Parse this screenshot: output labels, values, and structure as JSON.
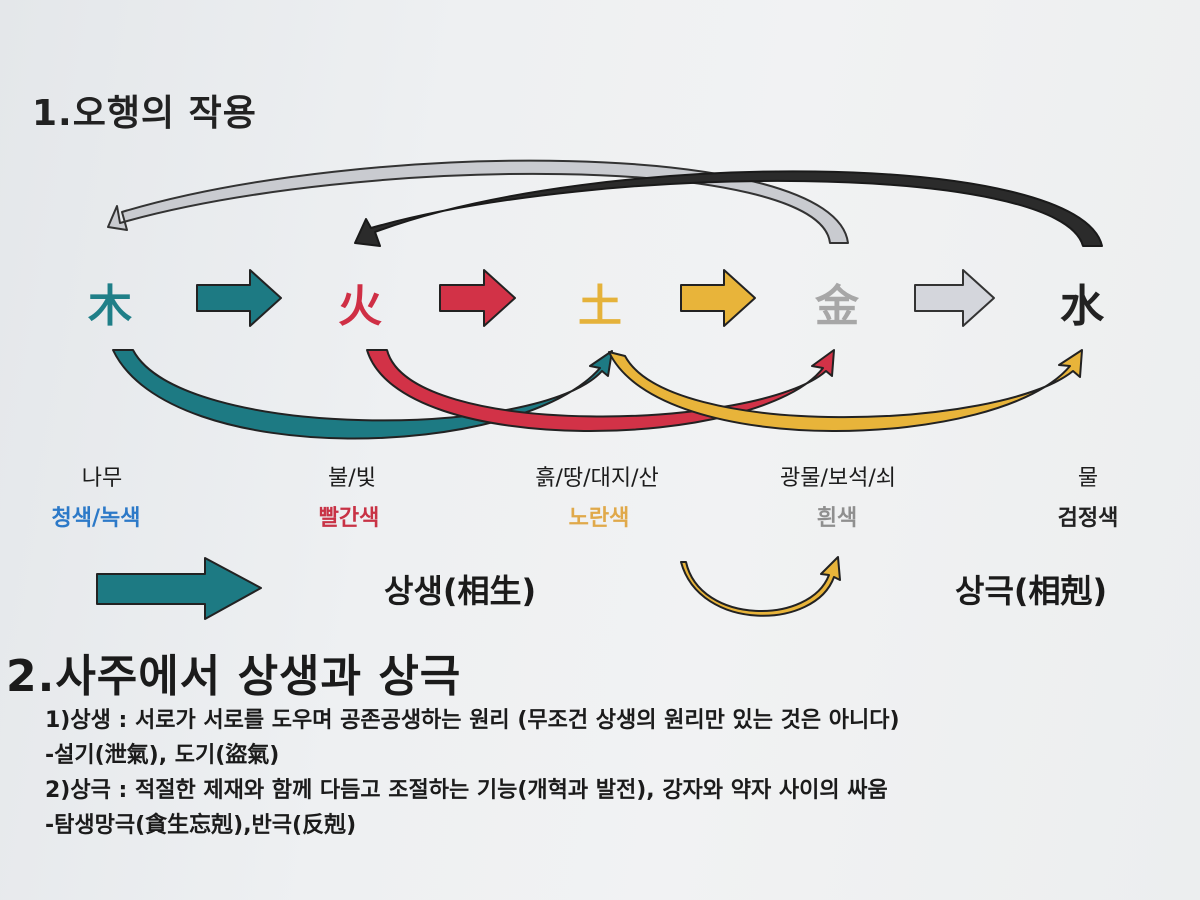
{
  "title1": "1.오행의  작용",
  "elements": [
    {
      "char": "木",
      "name": "나무",
      "color_name": "청색/녹색",
      "color": "#1f7f88",
      "label_color": "#2c79c8"
    },
    {
      "char": "火",
      "name": "불/빛",
      "color_name": "빨간색",
      "color": "#cf2f45",
      "label_color": "#c83245"
    },
    {
      "char": "土",
      "name": "흙/땅/대지/산",
      "color_name": "노란색",
      "color": "#e5b23a",
      "label_color": "#e0a94a"
    },
    {
      "char": "金",
      "name": "광물/보석/쇠",
      "color_name": "흰색",
      "color": "#a7a7a7",
      "label_color": "#8f8f8f"
    },
    {
      "char": "水",
      "name": "물",
      "color_name": "검정색",
      "color": "#222222",
      "label_color": "#222222"
    }
  ],
  "legend": {
    "generating": "상생(相生)",
    "controlling": "상극(相剋)"
  },
  "title2": "2.사주에서 상생과 상극",
  "lines": [
    "1)상생 : 서로가 서로를 도우며 공존공생하는 원리 (무조건 상생의 원리만 있는 것은 아니다)",
    "-설기(泄氣), 도기(盜氣)",
    "2)상극 : 적절한 제재와 함께 다듬고 조절하는 기능(개혁과 발전), 강자와 약자 사이의 싸움",
    "-탐생망극(貪生忘剋),반극(反剋)"
  ]
}
